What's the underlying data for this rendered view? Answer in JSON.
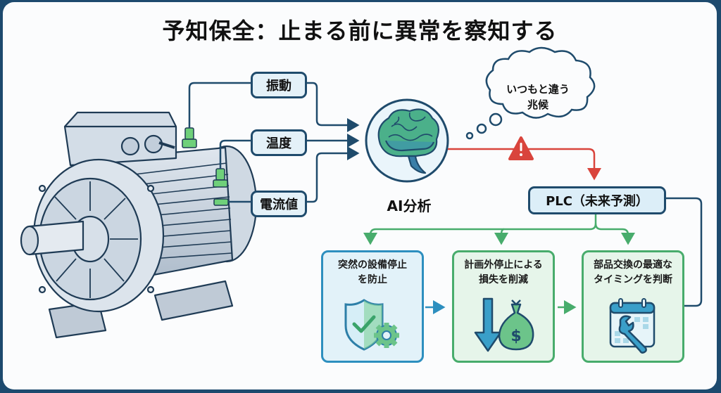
{
  "title": "予知保全：止まる前に異常を察知する",
  "sensors": [
    {
      "label": "振動"
    },
    {
      "label": "温度"
    },
    {
      "label": "電流値"
    }
  ],
  "ai": {
    "label": "AI分析",
    "icon": "brain-icon"
  },
  "thought_bubble": {
    "line1": "いつもと違う",
    "line2": "兆候"
  },
  "alert": {
    "icon": "warning-icon"
  },
  "plc": {
    "label": "PLC（未来予測）"
  },
  "outcomes": [
    {
      "text": "突然の設備停止\nを防止",
      "icon": "shield-check-gear-icon"
    },
    {
      "text": "計画外停止による\n損失を削減",
      "icon": "money-down-icon"
    },
    {
      "text": "部品交換の最適な\nタイミングを判断",
      "icon": "calendar-wrench-icon"
    }
  ],
  "colors": {
    "frame": "#1d4a6e",
    "line": "#1f4b6c",
    "alert": "#d9443c",
    "green": "#48ac6c",
    "blue": "#2d8fbf",
    "sensor": "#6fd07a"
  }
}
